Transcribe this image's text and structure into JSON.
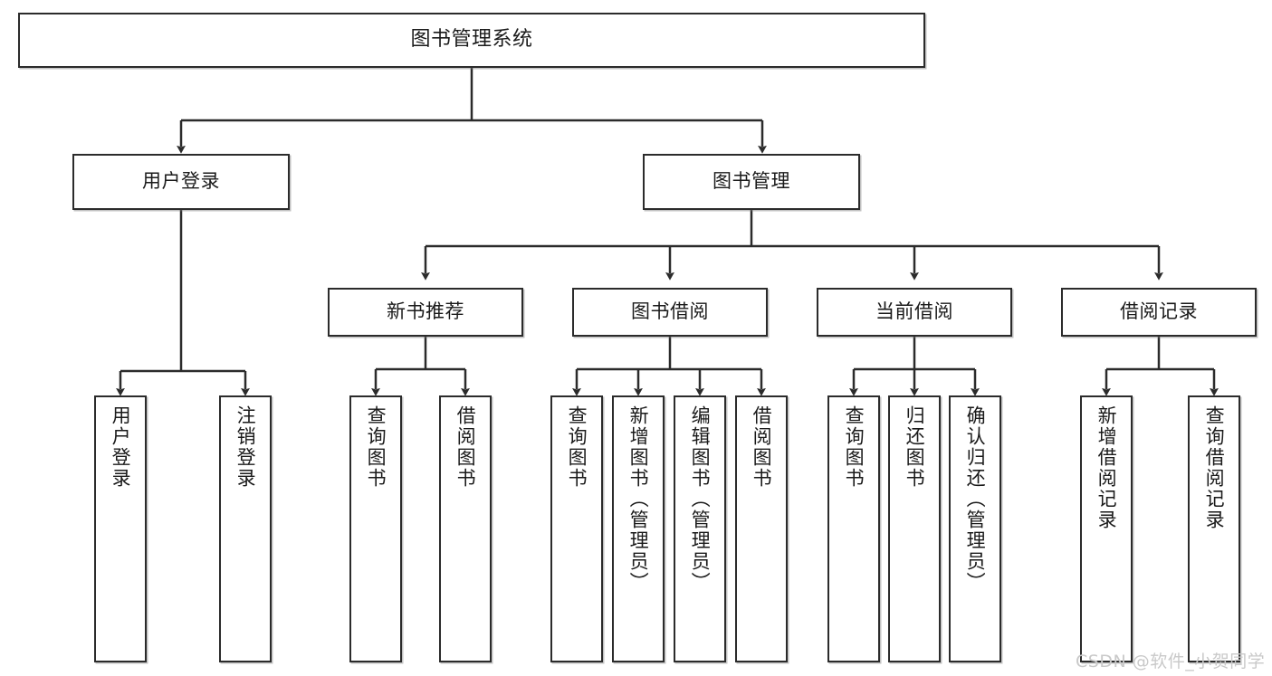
{
  "diagram": {
    "type": "tree",
    "title": "图书管理系统",
    "root": {
      "id": "root",
      "label": "图书管理系统"
    },
    "level2": [
      {
        "id": "user-login",
        "label": "用户登录"
      },
      {
        "id": "book-manage",
        "label": "图书管理"
      }
    ],
    "level3": [
      {
        "id": "new-book-rec",
        "label": "新书推荐"
      },
      {
        "id": "book-borrow",
        "label": "图书借阅"
      },
      {
        "id": "current-borrow",
        "label": "当前借阅"
      },
      {
        "id": "borrow-record",
        "label": "借阅记录"
      }
    ],
    "leaves": {
      "user_login": [
        {
          "id": "leaf-user-login",
          "label": "用户登录"
        },
        {
          "id": "leaf-logout-login",
          "label": "注销登录"
        }
      ],
      "new_book_rec": [
        {
          "id": "leaf-query-book-1",
          "label": "查询图书"
        },
        {
          "id": "leaf-borrow-book-1",
          "label": "借阅图书"
        }
      ],
      "book_borrow": [
        {
          "id": "leaf-query-book-2",
          "label": "查询图书"
        },
        {
          "id": "leaf-add-book",
          "label": "新增图书（管理员）"
        },
        {
          "id": "leaf-edit-book",
          "label": "编辑图书（管理员）"
        },
        {
          "id": "leaf-borrow-book-2",
          "label": "借阅图书"
        }
      ],
      "current_borrow": [
        {
          "id": "leaf-query-book-3",
          "label": "查询图书"
        },
        {
          "id": "leaf-return-book",
          "label": "归还图书"
        },
        {
          "id": "leaf-confirm-return",
          "label": "确认归还（管理员）"
        }
      ],
      "borrow_record": [
        {
          "id": "leaf-add-record",
          "label": "新增借阅记录"
        },
        {
          "id": "leaf-query-record",
          "label": "查询借阅记录"
        }
      ]
    },
    "colors": {
      "stroke": "#2b2b2b",
      "fill": "#ffffff",
      "text": "#1a1a1a",
      "watermark": "#c9c9c9"
    }
  },
  "watermark": {
    "text": "CSDN @软件_小贺同学"
  }
}
